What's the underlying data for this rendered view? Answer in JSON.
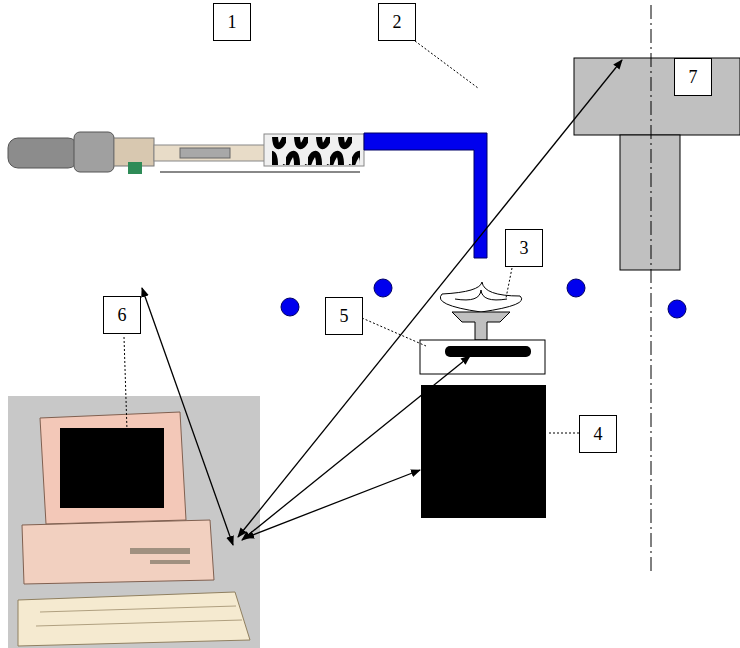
{
  "diagram": {
    "nodes": [
      {
        "text": [
          "1"
        ]
      },
      {
        "text": [
          "2"
        ]
      },
      {
        "text": [
          "3"
        ]
      },
      {
        "text": [
          "5"
        ]
      },
      {
        "text": [
          "6"
        ]
      },
      {
        "text": [
          "4"
        ]
      },
      {
        "text": [
          "7"
        ]
      }
    ]
  }
}
